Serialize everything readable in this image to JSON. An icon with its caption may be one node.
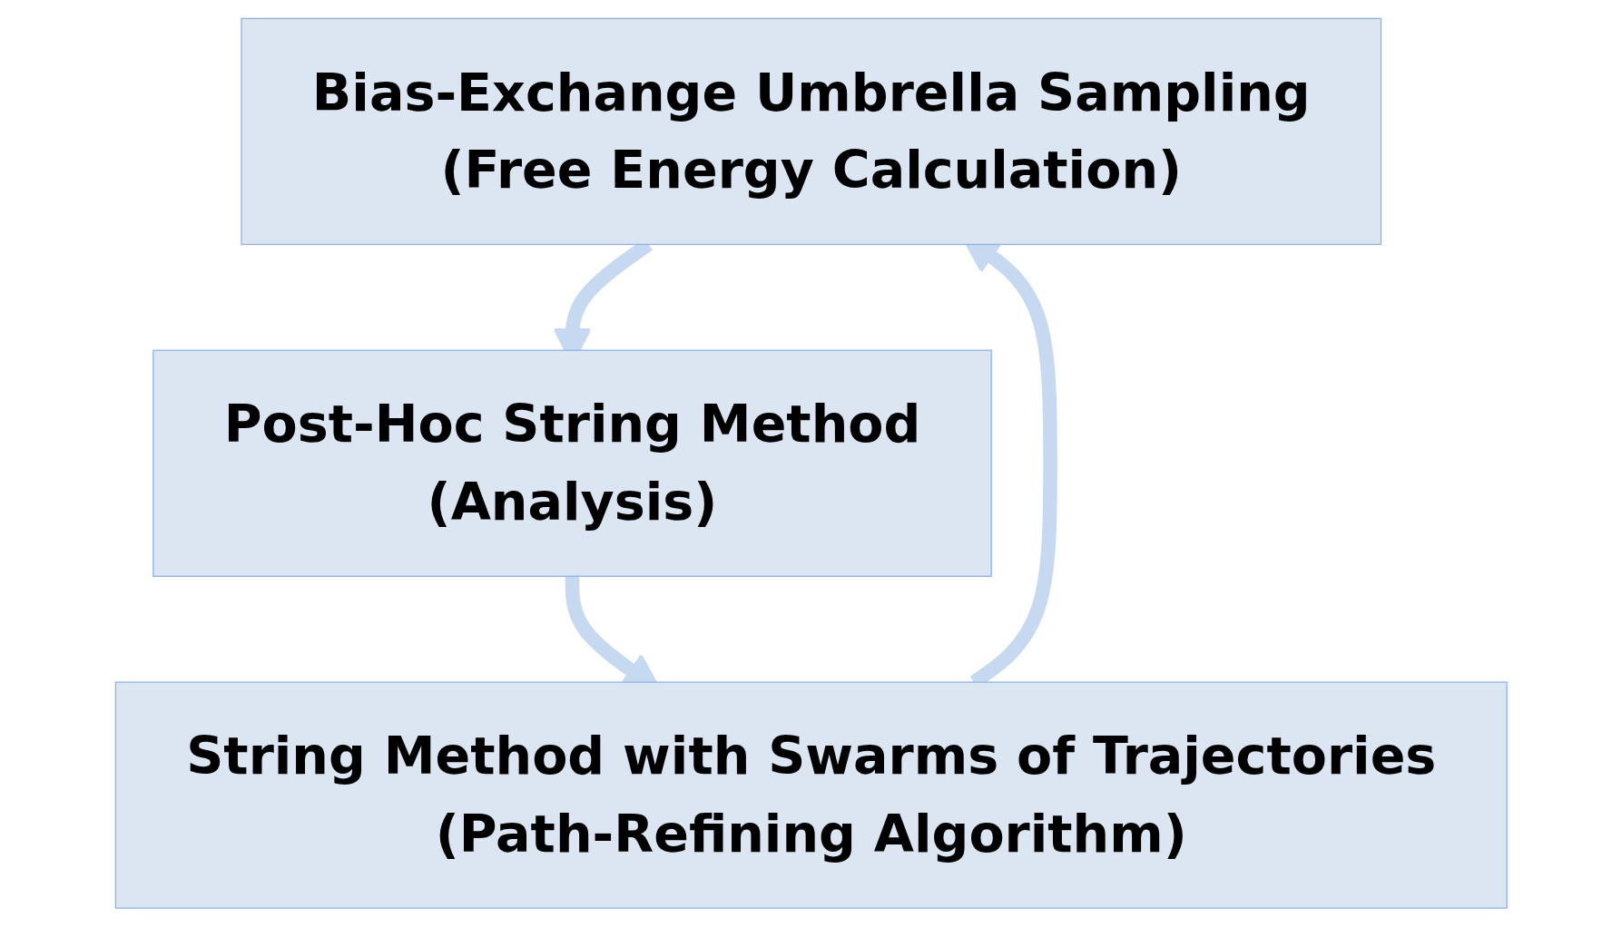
{
  "diagram": {
    "nodes": [
      {
        "text": [
          "Bias-Exchange Umbrella Sampling",
          "(Free Energy Calculation)"
        ]
      },
      {
        "text": [
          "Post-Hoc String Method",
          "(Analysis)"
        ]
      },
      {
        "text": [
          "String Method with Swarms of Trajectories",
          "(Path-Refining Algorithm)"
        ]
      }
    ],
    "edges": [
      {
        "from": 0,
        "to": 1,
        "arrow": "to"
      },
      {
        "from": 1,
        "to": 2,
        "arrow": "to"
      },
      {
        "from": 2,
        "to": 0,
        "arrow": "to"
      }
    ]
  }
}
